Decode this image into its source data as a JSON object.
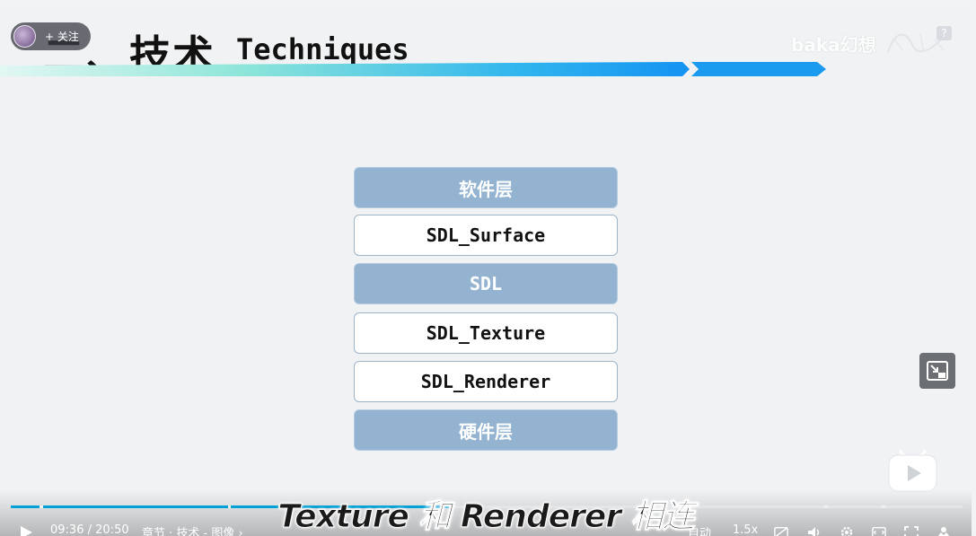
{
  "slide": {
    "title_cn": "二、技术",
    "title_en": "Techniques",
    "brand": "baka幻想",
    "help": "?"
  },
  "follow": {
    "label": "+ 关注"
  },
  "layers": [
    {
      "label": "软件层",
      "style": "blue"
    },
    {
      "label": "SDL_Surface",
      "style": "white"
    },
    {
      "label": "SDL",
      "style": "blue"
    },
    {
      "label": "SDL_Texture",
      "style": "white"
    },
    {
      "label": "SDL_Renderer",
      "style": "white"
    },
    {
      "label": "硬件层",
      "style": "blue"
    }
  ],
  "subtitle": "Texture 和 Renderer 相连",
  "controls": {
    "current_time": "09:36",
    "separator": "/",
    "total_time": "20:50",
    "chapter": "章节 · 技术 - 图像",
    "quality": "自动",
    "speed": "1.5x",
    "progress": 0.4608
  },
  "colors": {
    "accent": "#00a1d6",
    "layer_blue": "#93b3d1",
    "stripe_start": "#7fe3d6",
    "stripe_end": "#1a9cf0"
  },
  "icons": [
    "play-icon",
    "subtitle-off-icon",
    "volume-icon",
    "settings-icon",
    "widescreen-icon",
    "fullscreen-icon",
    "danmaku-icon",
    "picture-in-picture-icon",
    "big-play-icon",
    "help-icon"
  ]
}
